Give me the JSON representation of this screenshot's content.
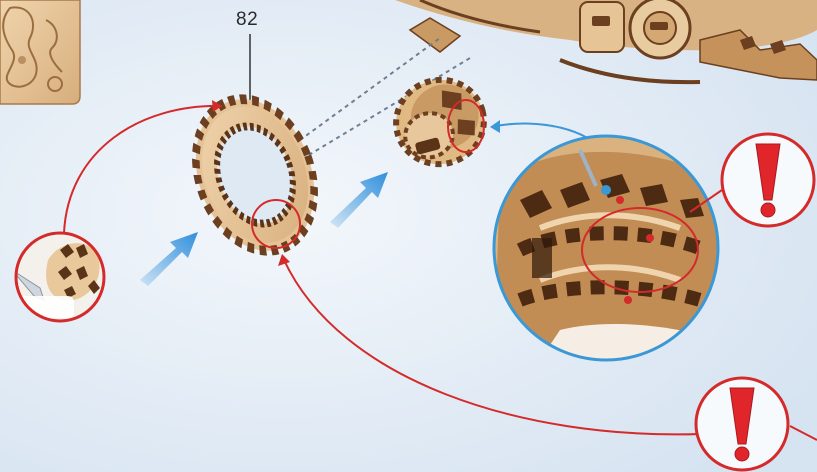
{
  "part_label": "82",
  "colors": {
    "background": "#dfe9f4",
    "wood_light": "#e8c79c",
    "wood_mid": "#c99a63",
    "wood_dark": "#6b3f1f",
    "guide_red": "#d42a2a",
    "guide_blue": "#3a98d6",
    "arrow_blue": "#2f8fdc",
    "warning_red": "#e0252b"
  },
  "icons": [
    "wooden-panel",
    "gear-82",
    "gear-assembly",
    "clock-mechanism",
    "magnifier-detail",
    "glue-detail",
    "warning-icon",
    "warning-icon",
    "direction-arrow",
    "direction-arrow"
  ]
}
